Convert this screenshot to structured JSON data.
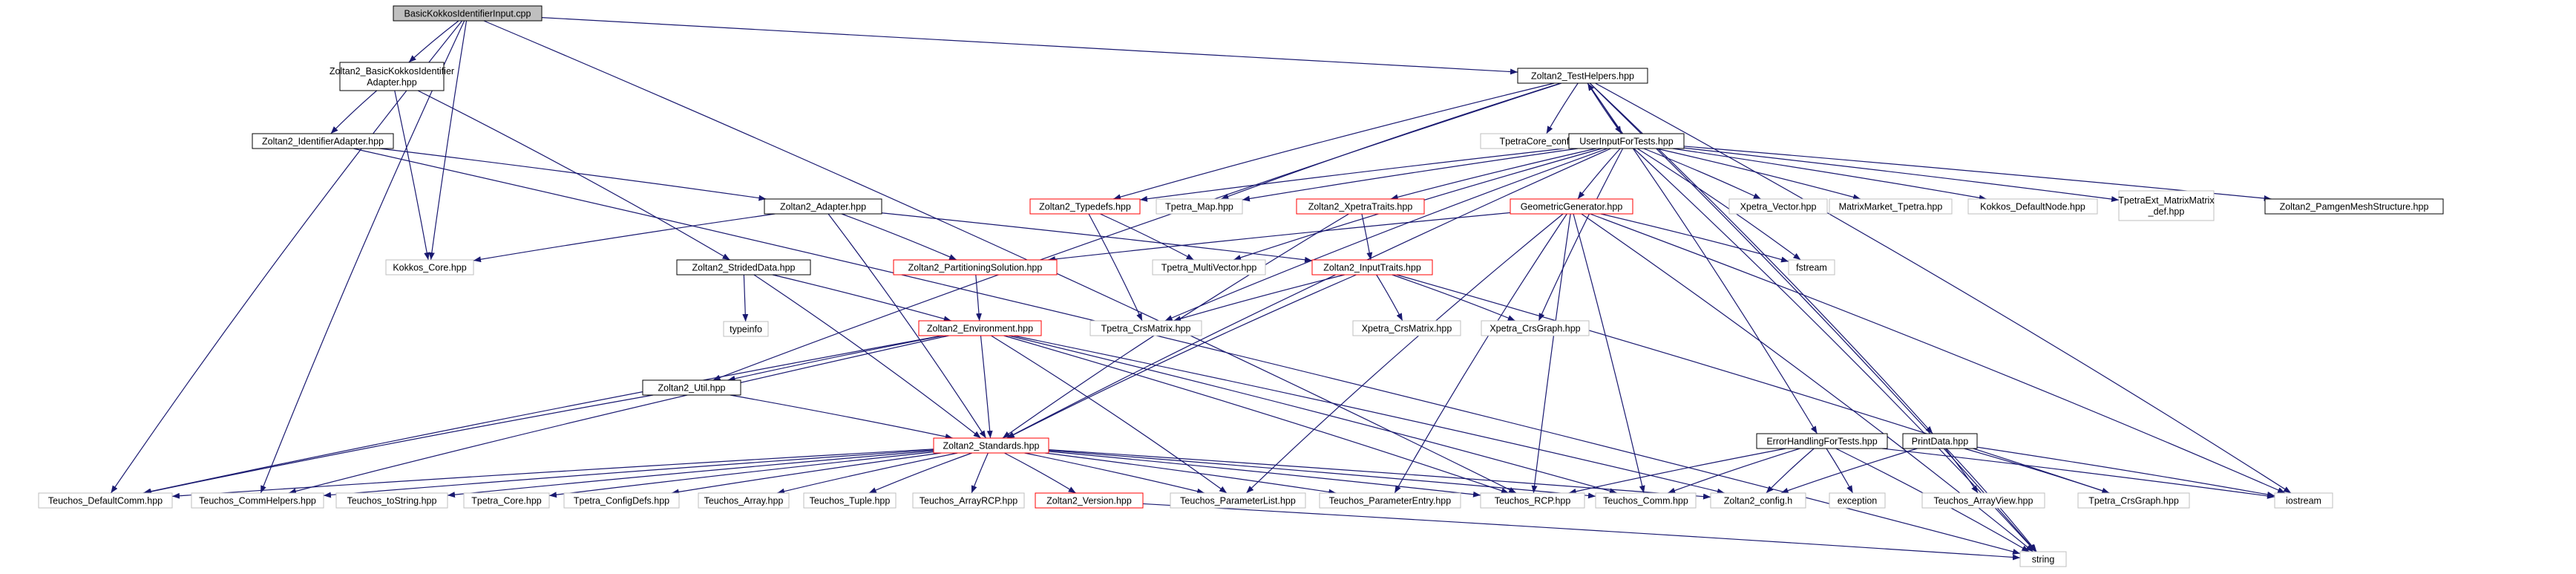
{
  "colors": {
    "edge": "#191970",
    "root_fill": "#bfbfbf",
    "node_border_black": "#000000",
    "node_border_grey": "#bfbfbf",
    "node_border_red": "#ff0000",
    "node_fill": "#ffffff"
  },
  "nodes": [
    {
      "id": "n_root",
      "label": "BasicKokkosIdentifierInput.cpp",
      "style": "root"
    },
    {
      "id": "n_bkia",
      "lines": [
        "Zoltan2_BasicKokkosIdentifier",
        "Adapter.hpp"
      ],
      "style": "black"
    },
    {
      "id": "n_ida",
      "label": "Zoltan2_IdentifierAdapter.hpp",
      "style": "black"
    },
    {
      "id": "n_adapter",
      "label": "Zoltan2_Adapter.hpp",
      "style": "black"
    },
    {
      "id": "n_kcore",
      "label": "Kokkos_Core.hpp",
      "style": "grey"
    },
    {
      "id": "n_strided",
      "label": "Zoltan2_StridedData.hpp",
      "style": "black"
    },
    {
      "id": "n_typeinfo",
      "label": "typeinfo",
      "style": "grey"
    },
    {
      "id": "n_partsol",
      "label": "Zoltan2_PartitioningSolution.hpp",
      "style": "red"
    },
    {
      "id": "n_env",
      "label": "Zoltan2_Environment.hpp",
      "style": "red"
    },
    {
      "id": "n_util",
      "label": "Zoltan2_Util.hpp",
      "style": "black"
    },
    {
      "id": "n_std",
      "label": "Zoltan2_Standards.hpp",
      "style": "red"
    },
    {
      "id": "n_testhelpers",
      "label": "Zoltan2_TestHelpers.hpp",
      "style": "black"
    },
    {
      "id": "n_tpcfg",
      "label": "TpetraCore_config.h",
      "style": "grey"
    },
    {
      "id": "n_uift",
      "label": "UserInputForTests.hpp",
      "style": "black"
    },
    {
      "id": "n_typedefs",
      "label": "Zoltan2_Typedefs.hpp",
      "style": "red"
    },
    {
      "id": "n_tmap",
      "label": "Tpetra_Map.hpp",
      "style": "grey"
    },
    {
      "id": "n_xpetra",
      "label": "Zoltan2_XpetraTraits.hpp",
      "style": "red"
    },
    {
      "id": "n_geogen",
      "label": "GeometricGenerator.hpp",
      "style": "red"
    },
    {
      "id": "n_xvec",
      "label": "Xpetra_Vector.hpp",
      "style": "grey"
    },
    {
      "id": "n_mmt",
      "label": "MatrixMarket_Tpetra.hpp",
      "style": "grey"
    },
    {
      "id": "n_kdn",
      "label": "Kokkos_DefaultNode.hpp",
      "style": "grey"
    },
    {
      "id": "n_tpext",
      "lines": [
        "TpetraExt_MatrixMatrix",
        "_def.hpp"
      ],
      "style": "grey"
    },
    {
      "id": "n_pamgen",
      "label": "Zoltan2_PamgenMeshStructure.hpp",
      "style": "black"
    },
    {
      "id": "n_tmv",
      "label": "Tpetra_MultiVector.hpp",
      "style": "grey"
    },
    {
      "id": "n_inputtraits",
      "label": "Zoltan2_InputTraits.hpp",
      "style": "red"
    },
    {
      "id": "n_fstream",
      "label": "fstream",
      "style": "grey"
    },
    {
      "id": "n_tcrs",
      "label": "Tpetra_CrsMatrix.hpp",
      "style": "grey"
    },
    {
      "id": "n_xcrsm",
      "label": "Xpetra_CrsMatrix.hpp",
      "style": "grey"
    },
    {
      "id": "n_xcrsg",
      "label": "Xpetra_CrsGraph.hpp",
      "style": "grey"
    },
    {
      "id": "n_efft",
      "label": "ErrorHandlingForTests.hpp",
      "style": "black"
    },
    {
      "id": "n_printdata",
      "label": "PrintData.hpp",
      "style": "black"
    },
    {
      "id": "n_tdc",
      "label": "Teuchos_DefaultComm.hpp",
      "style": "grey"
    },
    {
      "id": "n_tch",
      "label": "Teuchos_CommHelpers.hpp",
      "style": "grey"
    },
    {
      "id": "n_tts",
      "label": "Teuchos_toString.hpp",
      "style": "grey"
    },
    {
      "id": "n_tcore",
      "label": "Tpetra_Core.hpp",
      "style": "grey"
    },
    {
      "id": "n_tcfg",
      "label": "Tpetra_ConfigDefs.hpp",
      "style": "grey"
    },
    {
      "id": "n_tarr",
      "label": "Teuchos_Array.hpp",
      "style": "grey"
    },
    {
      "id": "n_ttuple",
      "label": "Teuchos_Tuple.hpp",
      "style": "grey"
    },
    {
      "id": "n_tarcp",
      "label": "Teuchos_ArrayRCP.hpp",
      "style": "grey"
    },
    {
      "id": "n_z2ver",
      "label": "Zoltan2_Version.hpp",
      "style": "red"
    },
    {
      "id": "n_tpl",
      "label": "Teuchos_ParameterList.hpp",
      "style": "grey"
    },
    {
      "id": "n_tpe",
      "label": "Teuchos_ParameterEntry.hpp",
      "style": "grey"
    },
    {
      "id": "n_trcp",
      "label": "Teuchos_RCP.hpp",
      "style": "grey"
    },
    {
      "id": "n_tcomm",
      "label": "Teuchos_Comm.hpp",
      "style": "grey"
    },
    {
      "id": "n_z2cfg",
      "label": "Zoltan2_config.h",
      "style": "grey"
    },
    {
      "id": "n_exc",
      "label": "exception",
      "style": "grey"
    },
    {
      "id": "n_tav",
      "label": "Teuchos_ArrayView.hpp",
      "style": "grey"
    },
    {
      "id": "n_tcrsg",
      "label": "Tpetra_CrsGraph.hpp",
      "style": "grey"
    },
    {
      "id": "n_iostream",
      "label": "iostream",
      "style": "grey"
    },
    {
      "id": "n_string",
      "label": "string",
      "style": "grey"
    }
  ],
  "edges": [
    [
      "n_root",
      "n_bkia"
    ],
    [
      "n_root",
      "n_testhelpers"
    ],
    [
      "n_root",
      "n_kcore"
    ],
    [
      "n_root",
      "n_tdc"
    ],
    [
      "n_root",
      "n_tch"
    ],
    [
      "n_root",
      "n_trcp"
    ],
    [
      "n_bkia",
      "n_ida"
    ],
    [
      "n_bkia",
      "n_kcore"
    ],
    [
      "n_bkia",
      "n_strided"
    ],
    [
      "n_ida",
      "n_adapter"
    ],
    [
      "n_ida",
      "n_string"
    ],
    [
      "n_adapter",
      "n_kcore"
    ],
    [
      "n_adapter",
      "n_partsol"
    ],
    [
      "n_adapter",
      "n_inputtraits"
    ],
    [
      "n_adapter",
      "n_std"
    ],
    [
      "n_strided",
      "n_typeinfo"
    ],
    [
      "n_strided",
      "n_env"
    ],
    [
      "n_strided",
      "n_std"
    ],
    [
      "n_partsol",
      "n_env"
    ],
    [
      "n_env",
      "n_util"
    ],
    [
      "n_env",
      "n_std"
    ],
    [
      "n_env",
      "n_tdc"
    ],
    [
      "n_env",
      "n_tch"
    ],
    [
      "n_env",
      "n_tpl"
    ],
    [
      "n_env",
      "n_trcp"
    ],
    [
      "n_env",
      "n_tcomm"
    ],
    [
      "n_env",
      "n_z2cfg"
    ],
    [
      "n_util",
      "n_std"
    ],
    [
      "n_util",
      "n_tdc"
    ],
    [
      "n_std",
      "n_tdc"
    ],
    [
      "n_std",
      "n_tch"
    ],
    [
      "n_std",
      "n_tts"
    ],
    [
      "n_std",
      "n_tcore"
    ],
    [
      "n_std",
      "n_tcfg"
    ],
    [
      "n_std",
      "n_tarr"
    ],
    [
      "n_std",
      "n_ttuple"
    ],
    [
      "n_std",
      "n_tarcp"
    ],
    [
      "n_std",
      "n_z2ver"
    ],
    [
      "n_std",
      "n_tpl"
    ],
    [
      "n_std",
      "n_tpe"
    ],
    [
      "n_std",
      "n_trcp"
    ],
    [
      "n_std",
      "n_tcomm"
    ],
    [
      "n_std",
      "n_z2cfg"
    ],
    [
      "n_z2ver",
      "n_string"
    ],
    [
      "n_testhelpers",
      "n_util"
    ],
    [
      "n_testhelpers",
      "n_tpcfg"
    ],
    [
      "n_testhelpers",
      "n_uift"
    ],
    [
      "n_testhelpers",
      "n_typedefs"
    ],
    [
      "n_testhelpers",
      "n_tmap"
    ],
    [
      "n_testhelpers",
      "n_efft"
    ],
    [
      "n_testhelpers",
      "n_printdata"
    ],
    [
      "n_testhelpers",
      "n_iostream"
    ],
    [
      "n_testhelpers",
      "n_string"
    ],
    [
      "n_uift",
      "n_testhelpers"
    ],
    [
      "n_uift",
      "n_typedefs"
    ],
    [
      "n_uift",
      "n_tmap"
    ],
    [
      "n_uift",
      "n_xpetra"
    ],
    [
      "n_uift",
      "n_geogen"
    ],
    [
      "n_uift",
      "n_xvec"
    ],
    [
      "n_uift",
      "n_mmt"
    ],
    [
      "n_uift",
      "n_kdn"
    ],
    [
      "n_uift",
      "n_tpext"
    ],
    [
      "n_uift",
      "n_pamgen"
    ],
    [
      "n_uift",
      "n_tmv"
    ],
    [
      "n_uift",
      "n_tcrs"
    ],
    [
      "n_uift",
      "n_fstream"
    ],
    [
      "n_uift",
      "n_xcrsg"
    ],
    [
      "n_uift",
      "n_string"
    ],
    [
      "n_uift",
      "n_std"
    ],
    [
      "n_typedefs",
      "n_tmv"
    ],
    [
      "n_typedefs",
      "n_tcrs"
    ],
    [
      "n_xpetra",
      "n_inputtraits"
    ],
    [
      "n_xpetra",
      "n_std"
    ],
    [
      "n_geogen",
      "n_partsol"
    ],
    [
      "n_geogen",
      "n_fstream"
    ],
    [
      "n_geogen",
      "n_tpl"
    ],
    [
      "n_geogen",
      "n_tpe"
    ],
    [
      "n_geogen",
      "n_trcp"
    ],
    [
      "n_geogen",
      "n_tcomm"
    ],
    [
      "n_geogen",
      "n_iostream"
    ],
    [
      "n_geogen",
      "n_string"
    ],
    [
      "n_inputtraits",
      "n_std"
    ],
    [
      "n_inputtraits",
      "n_tcrs"
    ],
    [
      "n_inputtraits",
      "n_xcrsm"
    ],
    [
      "n_inputtraits",
      "n_xcrsg"
    ],
    [
      "n_inputtraits",
      "n_tcrsg"
    ],
    [
      "n_efft",
      "n_trcp"
    ],
    [
      "n_efft",
      "n_tcomm"
    ],
    [
      "n_efft",
      "n_z2cfg"
    ],
    [
      "n_efft",
      "n_exc"
    ],
    [
      "n_efft",
      "n_iostream"
    ],
    [
      "n_efft",
      "n_string"
    ],
    [
      "n_printdata",
      "n_z2cfg"
    ],
    [
      "n_printdata",
      "n_tav"
    ],
    [
      "n_printdata",
      "n_tcrsg"
    ],
    [
      "n_printdata",
      "n_iostream"
    ],
    [
      "n_printdata",
      "n_string"
    ]
  ]
}
